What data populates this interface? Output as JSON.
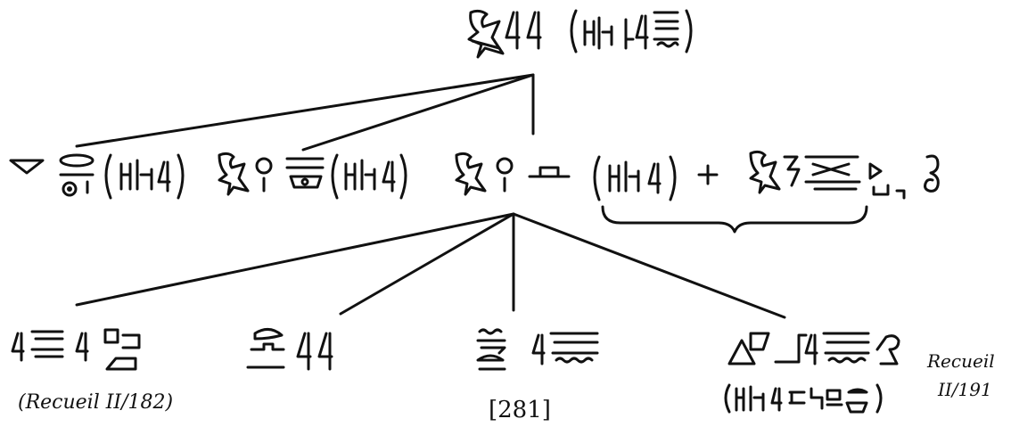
{
  "diagram": {
    "root": {
      "name": "root-hieroglyph-group",
      "parenthetical": true
    },
    "middle_nodes": [
      {
        "name": "middle-node-1",
        "parenthetical": true
      },
      {
        "name": "middle-node-2",
        "parenthetical": true
      },
      {
        "name": "middle-node-3",
        "parenthetical": true,
        "plus": "+"
      }
    ],
    "bottom_nodes": [
      {
        "name": "bottom-node-1",
        "reference": "(Recueil II/182)"
      },
      {
        "name": "bottom-node-2",
        "reference": ""
      },
      {
        "name": "bottom-node-3",
        "reference": "[281]"
      },
      {
        "name": "bottom-node-4",
        "reference": "Recueil II/191"
      }
    ],
    "labels": {
      "plus": "+",
      "ref_182": "(Recueil II/182)",
      "ref_281": "[281]",
      "ref_191_line1": "Recueil",
      "ref_191_line2": "II/191"
    },
    "ink_color": "#111111"
  }
}
